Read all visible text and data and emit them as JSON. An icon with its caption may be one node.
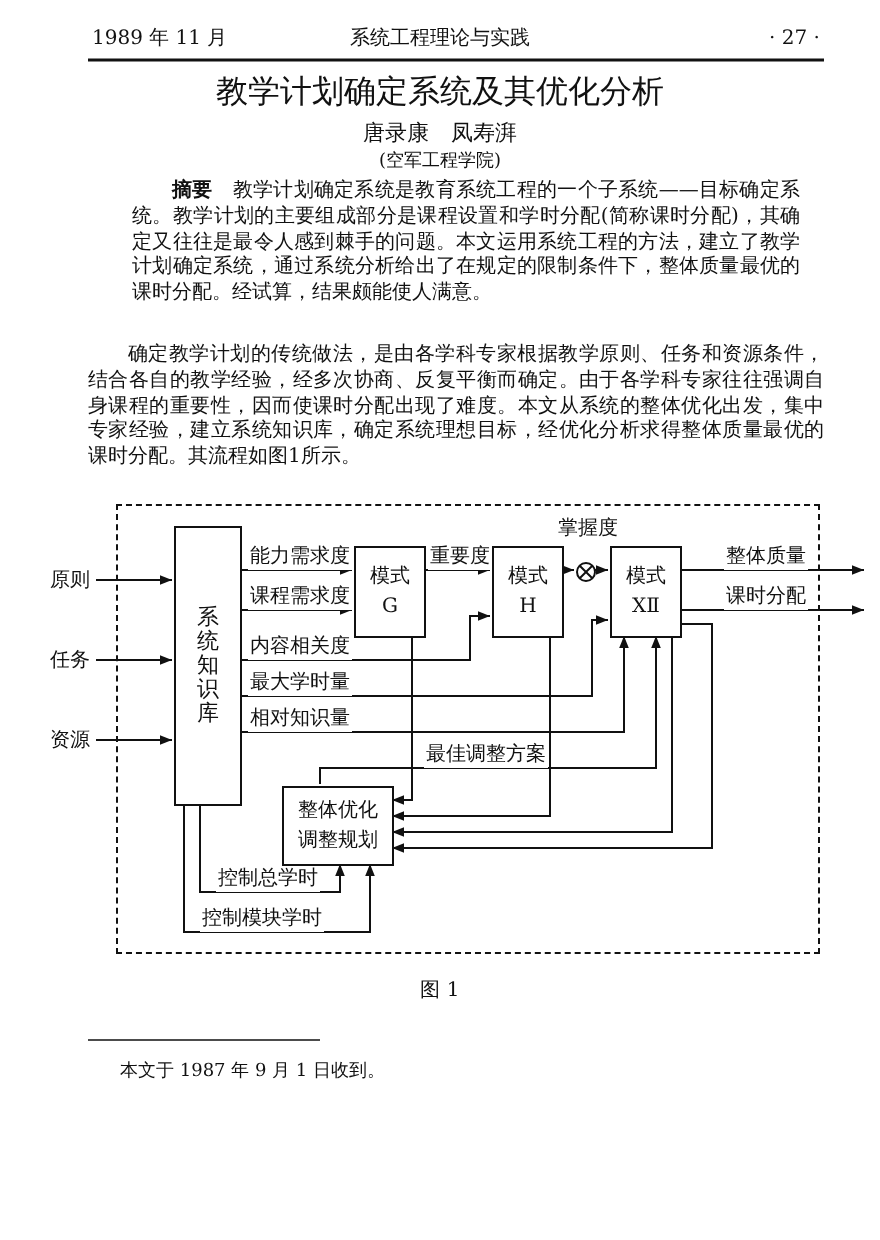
{
  "diagram": {
    "title": "教学计划确定系统及其优化分析",
    "caption": "图 1",
    "nodes": [
      {
        "text": [],
        "shape": "box"
      },
      {
        "text": [
          "原则"
        ]
      },
      {
        "text": [
          "任务"
        ]
      },
      {
        "text": [
          "资源"
        ]
      },
      {
        "text": [
          "系统知识库"
        ],
        "in": 0
      },
      {
        "text": [
          "模式 G"
        ],
        "in": 0
      },
      {
        "text": [
          "模式 H"
        ],
        "in": 0
      },
      {
        "text": [],
        "shape": "circle",
        "in": 0
      },
      {
        "text": [
          "模式 XⅡ"
        ],
        "in": 0
      },
      {
        "text": [
          "整体优化调整规划"
        ],
        "in": 0
      }
    ],
    "edges": [
      {
        "from": 1,
        "to": 4,
        "arrow": "to"
      },
      {
        "from": 2,
        "to": 4,
        "arrow": "to"
      },
      {
        "from": 3,
        "to": 4,
        "arrow": "to"
      },
      {
        "from": 4,
        "to": 5,
        "arrow": "to",
        "label": "能力需求度"
      },
      {
        "from": 4,
        "to": 5,
        "arrow": "to",
        "label": "课程需求度"
      },
      {
        "from": 5,
        "to": 6,
        "arrow": "to",
        "label": "重要度"
      },
      {
        "from": 4,
        "to": 6,
        "arrow": "to",
        "label": "内容相关度"
      },
      {
        "from": 4,
        "to": 8,
        "arrow": "to",
        "label": "最大学时量"
      },
      {
        "from": 4,
        "to": 8,
        "arrow": "to",
        "label": "相对知识量"
      },
      {
        "from": 6,
        "to": 7,
        "arrow": "to"
      },
      {
        "from": 7,
        "to": 8,
        "arrow": "to"
      },
      {
        "from": 8,
        "to": null,
        "arrow": "to",
        "label": "整体质量"
      },
      {
        "from": 8,
        "to": null,
        "arrow": "to",
        "label": "课时分配"
      },
      {
        "from": 5,
        "to": 9,
        "arrow": "to"
      },
      {
        "from": 6,
        "to": 9,
        "arrow": "to"
      },
      {
        "from": 8,
        "to": 9,
        "arrow": "to"
      },
      {
        "from": 8,
        "to": 9,
        "arrow": "to"
      },
      {
        "from": 9,
        "to": 8,
        "arrow": "to",
        "label": "最佳调整方案"
      },
      {
        "from": 4,
        "to": 9,
        "arrow": "to",
        "label": "控制总学时"
      },
      {
        "from": 4,
        "to": 9,
        "arrow": "to",
        "label": "控制模块学时"
      }
    ],
    "labels": [
      "1989 年 11 月",
      "系统工程理论与实践",
      "· 27 ·",
      "唐录康　凤寿湃",
      "(空军工程学院)",
      "**摘要**　教学计划确定系统是教育系统工程的一个子系统——目标确定系统。教学计划的主要组成部分是课程设置和学时分配(简称课时分配)，其确定又往往是最令人感到棘手的问题。本文运用系统工程的方法，建立了教学计划确定系统，通过系统分析给出了在规定的限制条件下，整体质量最优的课时分配。经试算，结果颇能使人满意。",
      "确定教学计划的传统做法，是由各学科专家根据教学原则、任务和资源条件，结合各自的教学经验，经多次协商、反复平衡而确定。由于各学科专家往往强调自身课程的重要性，因而使课时分配出现了难度。本文从系统的整体优化出发，集中专家经验，建立系统知识库，确定系统理想目标，经优化分析求得整体质量最优的课时分配。其流程如图1所示。",
      "掌握度",
      "本文于 1987 年 9 月 1 日收到。"
    ]
  }
}
